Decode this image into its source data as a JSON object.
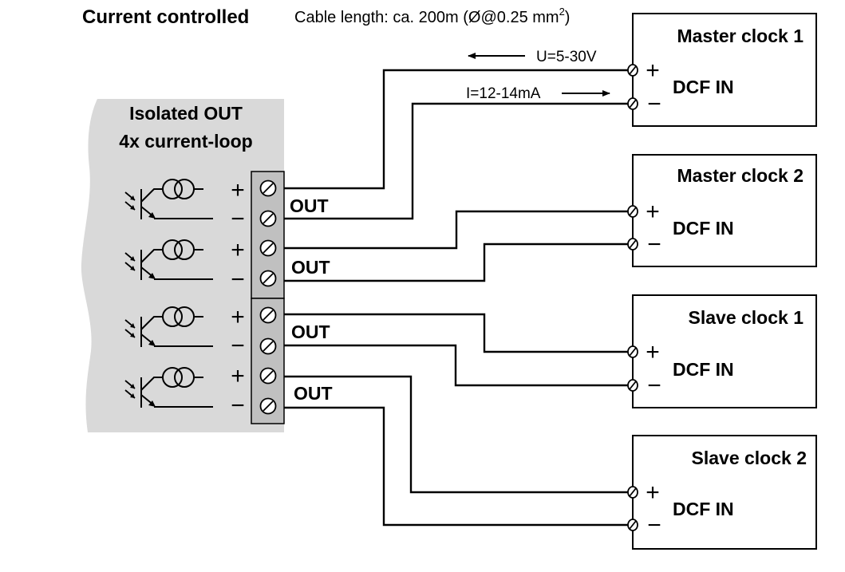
{
  "header": {
    "title": "Current controlled",
    "cable_note_prefix": "Cable length: ca. 200m (Ø@0.25 mm",
    "cable_note_superscript": "2",
    "cable_note_suffix": ")"
  },
  "annotations": {
    "voltage": "U=5-30V",
    "current": "I=12-14mA"
  },
  "source_panel": {
    "title_line1": "Isolated OUT",
    "title_line2": "4x current-loop",
    "background_color": "#d9d9d9",
    "terminal_color": "#c0c0c0",
    "channels": [
      {
        "label": "OUT",
        "plus": "+",
        "minus": "−"
      },
      {
        "label": "OUT",
        "plus": "+",
        "minus": "−"
      },
      {
        "label": "OUT",
        "plus": "+",
        "minus": "−"
      },
      {
        "label": "OUT",
        "plus": "+",
        "minus": "−"
      }
    ]
  },
  "devices": [
    {
      "name": "Master clock 1",
      "input": "DCF IN",
      "plus": "+",
      "minus": "−"
    },
    {
      "name": "Master clock 2",
      "input": "DCF IN",
      "plus": "+",
      "minus": "−"
    },
    {
      "name": "Slave clock 1",
      "input": "DCF IN",
      "plus": "+",
      "minus": "−"
    },
    {
      "name": "Slave clock 2",
      "input": "DCF IN",
      "plus": "+",
      "minus": "−"
    }
  ]
}
